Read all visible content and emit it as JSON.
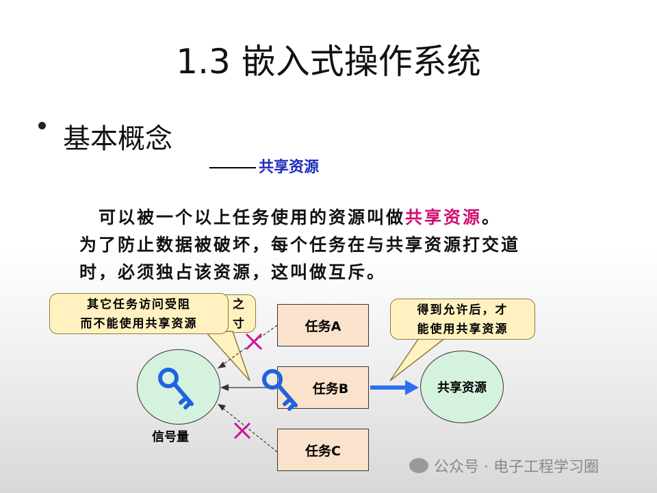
{
  "slide": {
    "title": "1.3  嵌入式操作系统",
    "bullet": "基本概念",
    "subtitle": "共享资源"
  },
  "paragraph": {
    "line1_pre": "　可以被一个以上任务使用的资源叫做",
    "line1_highlight": "共享资源",
    "line1_post": "。",
    "line2": "为了防止数据被破坏，每个任务在与共享资源打交道",
    "line3": "时，必须独占该资源，这叫做互斥。"
  },
  "diagram": {
    "tasks": [
      "任务A",
      "任务B",
      "任务C"
    ],
    "semaphore_label": "信号量",
    "resource_label": "共享资源",
    "callout_blocked": [
      "其它任务访问受阻",
      "而不能使用共享资源"
    ],
    "callout_back_partial": [
      "之",
      "寸"
    ],
    "callout_allowed": [
      "得到允许后，才",
      "能使用共享资源"
    ]
  },
  "watermark": "公众号 · 电子工程学习圈",
  "colors": {
    "title_accent": "#1c2bb8",
    "highlight": "#d01070",
    "key": "#1e63e0",
    "cross": "#d0109c",
    "arrow": "#2f6ef0",
    "task_fill": "#fbe2cc",
    "circle_fill": "#d5f2df",
    "callout_fill": "#fff2c0"
  }
}
